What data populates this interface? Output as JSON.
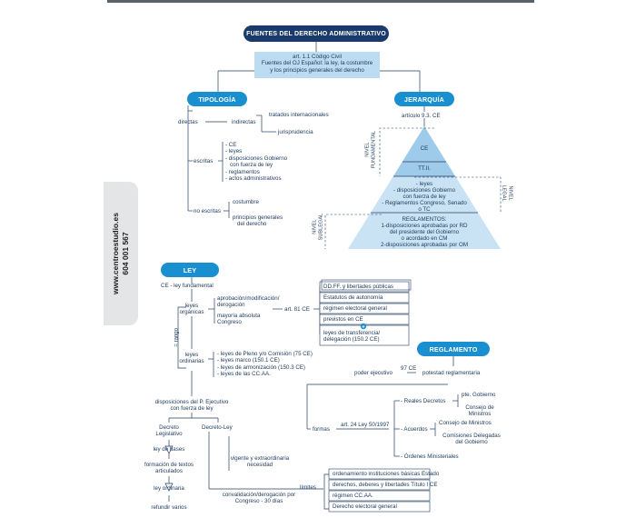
{
  "side_label": {
    "brand": "www.centroestudio.es",
    "phone": "604 001 567"
  },
  "title": "FUENTES DEL DERECHO ADMINISTRATIVO",
  "intro": {
    "line1": "art. 1.1 Código Civil",
    "line2": "Fuentes del OJ Español: la ley, la costumbre",
    "line3": "y los principios generales del derecho"
  },
  "tipologia": {
    "label": "TIPOLOGÍA",
    "directas": "directas",
    "indirectas": "indirectas",
    "tratados": "tratados internacionales",
    "jurisprudencia": "jurisprudencia",
    "escritas": "escritas",
    "escritas_items": [
      "- CE",
      "- leyes",
      "- disposiciones Gobierno",
      "con fuerza de ley",
      "- reglamentos",
      "- actos administrativos"
    ],
    "no_escritas": "no escritas",
    "costumbre": "costumbre",
    "principios1": "principios generales",
    "principios2": "del derecho"
  },
  "jerarquia": {
    "label": "JERARQUÍA",
    "art": "artículo 9.3. CE",
    "ce": "CE",
    "ttii": "TT.II.",
    "legal_items": [
      "- leyes",
      "- disposiciones Gobierno",
      "con fuerza de ley",
      "- Reglamentos Congreso, Senado",
      "o TC"
    ],
    "reg_title": "REGLAMENTOS:",
    "reg_items": [
      "1-disposiciones aprobadas por RD",
      "del presidente del Gobierno",
      "o acordado en CM",
      "2-disposiciones aprobadas por OM"
    ],
    "nivel_fund1": "NIVEL",
    "nivel_fund2": "FUNDAMENTAL",
    "nivel_legal1": "NIVEL",
    "nivel_legal2": "LEGAL",
    "nivel_sub1": "NIVEL",
    "nivel_sub2": "SUBLEGAL"
  },
  "ley": {
    "label": "LEY",
    "ce_ley": "CE - ley fundamental",
    "organicas1": "leyes",
    "organicas2": "orgánicas",
    "aprob1": "aprobación/modificación/",
    "aprob2": "derogación",
    "mayoria1": "mayoría absoluta",
    "mayoria2": "Congreso",
    "art81": "art. 81 CE",
    "materias": [
      "DD.FF. y libertades públicas",
      "Estatutos de autonomía",
      "régimen electoral general",
      "previstos en CE"
    ],
    "transfer1": "leyes de transferencia/",
    "transfer2": "delegación (150.2 CE)",
    "rango": "= rango",
    "ordinarias1": "leyes",
    "ordinarias2": "ordinarias",
    "ord_items": [
      "- leyes de Pleno y/o Comisión (75 CE)",
      "- leyes marco (150.1 CE)",
      "- leyes de armonización (150.3 CE)",
      "- leyes de las CC.AA."
    ],
    "disp1": "disposiciones del P. Ejecutivo",
    "disp2": "con fuerza de ley",
    "dleg1": "Decreto",
    "dleg2": "Legislativo",
    "dley": "Decreto-Ley",
    "ley_bases": "ley de bases",
    "formacion1": "formación de textos",
    "formacion2": "articulados",
    "ley_ordinaria": "ley ordinaria",
    "refundir": "refundir varios",
    "vigente1": "vigente y extraordinaria",
    "vigente2": "necesidad",
    "conval1": "convalidación/derogación por",
    "conval2": "Congreso - 30 días",
    "limites": "límites",
    "limites_items": [
      "ordenamiento instituciones básicas Estado",
      "derechos, deberes y libertades Título I CE",
      "régimen CC.AA.",
      "Derecho electoral general"
    ]
  },
  "reglamento": {
    "label": "REGLAMENTO",
    "art97": "97 CE",
    "poder": "poder ejecutivo",
    "potestad": "potestad reglamentaria",
    "formas": "formas",
    "art24": "art. 24 Ley 50/1997",
    "reales": "- Reales Decretos",
    "pte": "pte. Gobierno",
    "consejo1": "Consejo de",
    "consejo2": "Ministros",
    "acuerdos": "- Acuerdos",
    "consejo_min": "Consejo de Ministros",
    "comisiones1": "Comisiones Delegadas",
    "comisiones2": "del Gobierno",
    "ordenes": "- Órdenes Ministeriales"
  }
}
